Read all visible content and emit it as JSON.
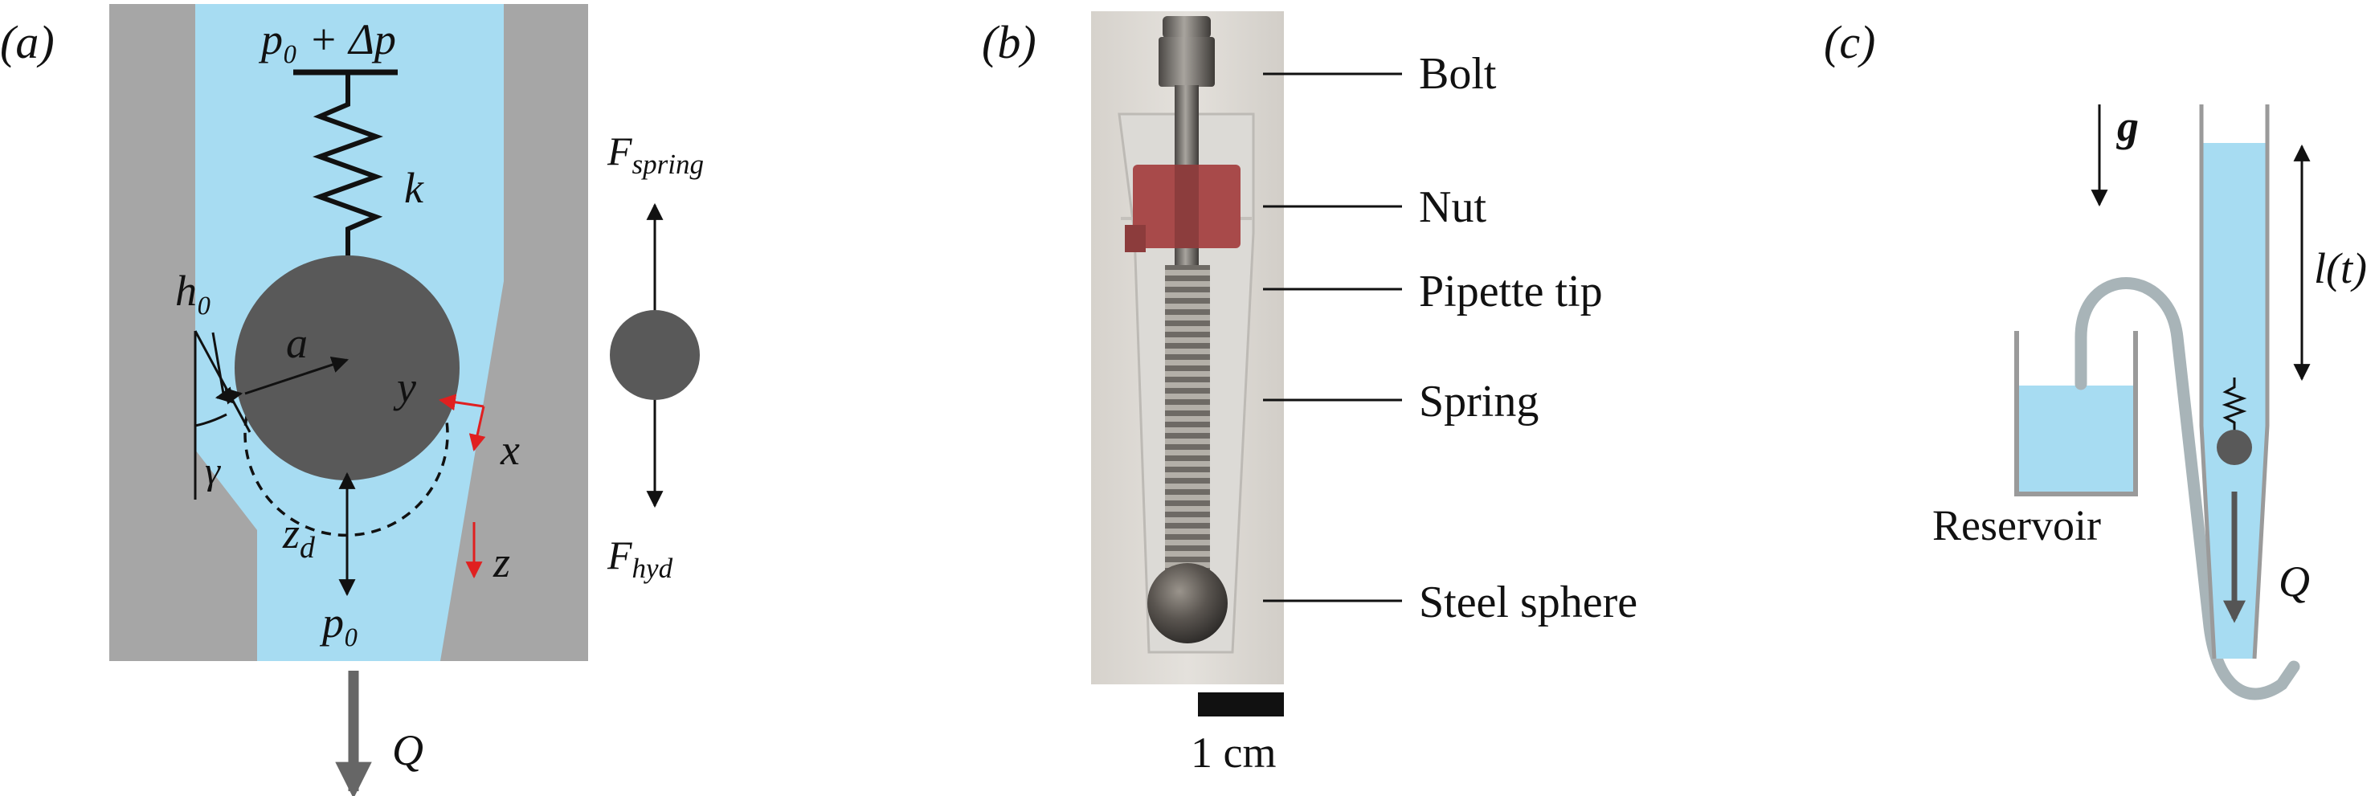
{
  "colors": {
    "wall": "#a6a6a6",
    "fluid": "#a7dcf2",
    "sphere": "#595959",
    "red": "#e02020",
    "arrow_gray": "#666666",
    "tube": "#a8b4b8",
    "black": "#111111"
  },
  "panel_a": {
    "tag": "(a)",
    "pressure_top": "p₀ + Δp",
    "spring_k": "k",
    "h0": "h₀",
    "radius_a": "a",
    "axis_y": "y",
    "axis_x": "x",
    "axis_z": "z",
    "gamma": "γ",
    "zd": "z_d",
    "pressure_bottom": "p₀",
    "flow_q": "Q",
    "force_spring": "F_spring",
    "force_hyd": "F_hyd"
  },
  "panel_b": {
    "tag": "(b)",
    "labels": [
      "Bolt",
      "Nut",
      "Pipette tip",
      "Spring",
      "Steel sphere"
    ],
    "scale": "1 cm"
  },
  "panel_c": {
    "tag": "(c)",
    "gravity": "g",
    "length": "l(t)",
    "reservoir": "Reservoir",
    "flow_q": "Q"
  }
}
